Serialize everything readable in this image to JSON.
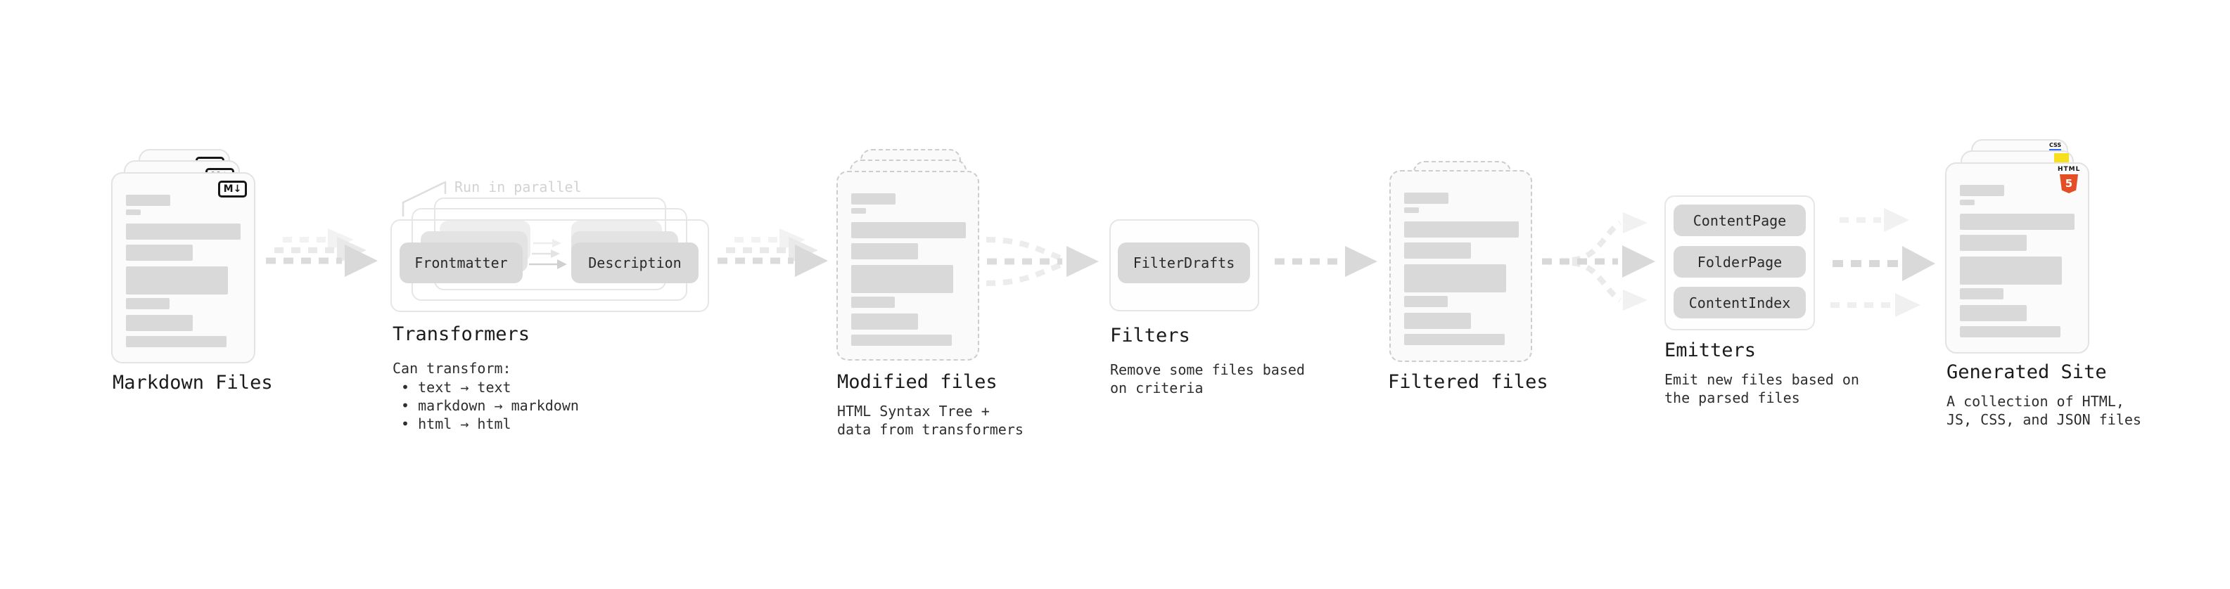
{
  "stages": {
    "markdown": {
      "title": "Markdown Files",
      "badge": "M↓"
    },
    "transformers": {
      "title": "Transformers",
      "annotation": "Run in parallel",
      "node_left": "Frontmatter",
      "node_right": "Description",
      "desc": [
        "Can transform:",
        " • text → text",
        " • markdown → markdown",
        " • html → html"
      ]
    },
    "modified": {
      "title": "Modified files",
      "desc": [
        "HTML Syntax Tree +",
        "data from transformers"
      ]
    },
    "filters": {
      "title": "Filters",
      "node": "FilterDrafts",
      "desc": [
        "Remove some files based",
        "on criteria"
      ]
    },
    "filtered": {
      "title": "Filtered files"
    },
    "emitters": {
      "title": "Emitters",
      "nodes": [
        "ContentPage",
        "FolderPage",
        "ContentIndex"
      ],
      "desc": [
        "Emit new files based on",
        "the parsed files"
      ]
    },
    "generated": {
      "title": "Generated Site",
      "badge_html": "HTML",
      "badge_html_number": "5",
      "badge_css": "CSS",
      "desc": [
        "A collection of HTML,",
        "JS, CSS, and JSON files"
      ]
    }
  },
  "colors": {
    "html5_orange": "#e44d26",
    "js_yellow": "#f7df1e",
    "css_blue": "#2d67f0",
    "node_fill": "#d9d9d9",
    "bar_fill": "#d9d9d9",
    "arrow": "#d9d9d9",
    "arrow_faint": "#eeeeee",
    "annotation_gray": "#d2d2d2"
  }
}
